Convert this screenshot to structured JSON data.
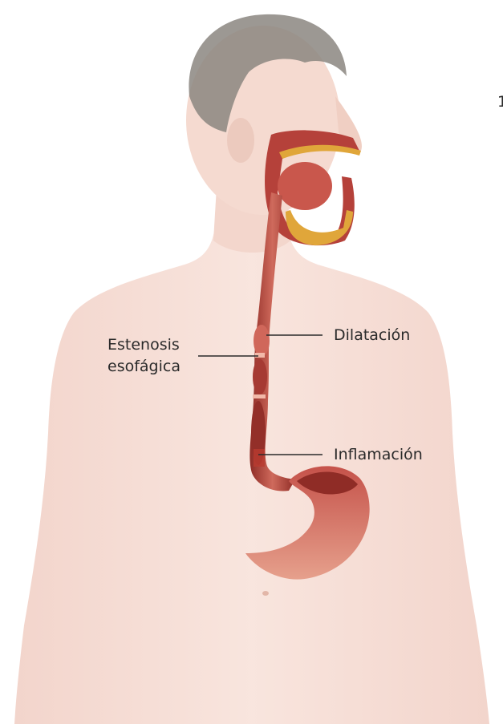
{
  "labels": {
    "stenosis_line1": "Estenosis",
    "stenosis_line2": "esofágica",
    "dilation": "Dilatación",
    "inflammation": "Inflamación",
    "edge_mark": "1"
  },
  "colors": {
    "background": "#ffffff",
    "skin": "#f6dcd3",
    "skin_shadow": "#ecc7bb",
    "hair": "#8b8680",
    "tissue": "#b5413a",
    "tissue_dark": "#7a2420",
    "tissue_light": "#d9776a",
    "fat": "#e0a63a",
    "leader_line": "#2a2a2a",
    "text": "#2a2a2a"
  }
}
